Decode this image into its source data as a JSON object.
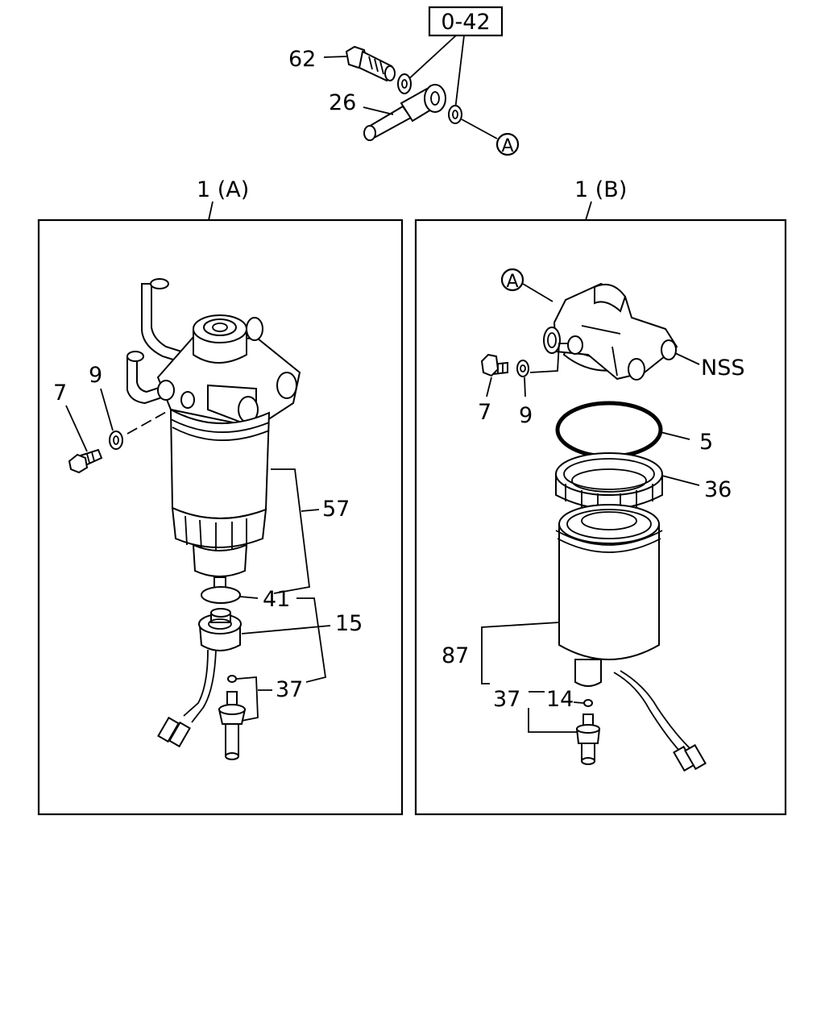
{
  "top_group": {
    "box_label": "0-42",
    "labels": {
      "p62": "62",
      "p26": "26",
      "refA": "A"
    }
  },
  "panel_a": {
    "title": "1 (A)",
    "labels": {
      "p7": "7",
      "p9": "9",
      "p57": "57",
      "p41": "41",
      "p15": "15",
      "p37": "37"
    }
  },
  "panel_b": {
    "title": "1 (B)",
    "labels": {
      "refA": "A",
      "nss": "NSS",
      "p7": "7",
      "p9": "9",
      "p5": "5",
      "p36": "36",
      "p87": "87",
      "p37": "37",
      "p14": "14"
    }
  }
}
